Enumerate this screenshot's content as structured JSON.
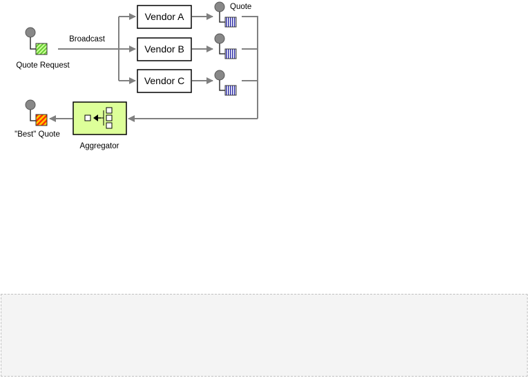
{
  "diagram": {
    "quote_request_label": "Quote Request",
    "broadcast_label": "Broadcast",
    "quote_label": "Quote",
    "best_quote_label": "\"Best\" Quote",
    "aggregator_label": "Aggregator",
    "vendors": [
      {
        "label": "Vendor A"
      },
      {
        "label": "Vendor B"
      },
      {
        "label": "Vendor C"
      }
    ]
  },
  "colors": {
    "line": "#808080",
    "endpoint_gray": "#888888",
    "request_green": "#66cc33",
    "best_orange": "#ff6600",
    "queue_blue": "#3333aa",
    "aggregator_fill": "#ddff99"
  }
}
